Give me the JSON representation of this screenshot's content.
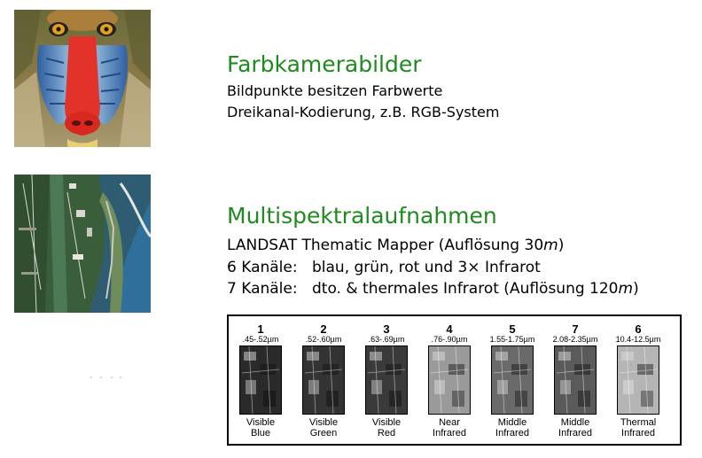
{
  "sections": [
    {
      "title": "Farbkamerabilder",
      "lines": [
        "Bildpunkte besitzen Farbwerte",
        "Dreikanal-Kodierung, z.B. RGB-System"
      ]
    },
    {
      "title": "Multispektralaufnahmen",
      "line1_pre": "LANDSAT Thematic Mapper (Auflösung 30",
      "line1_unit": "m",
      "line1_post": ")",
      "line2_label": "6 Kanäle:",
      "line2_text": "blau, grün, rot und 3× Infrarot",
      "line3_label": "7 Kanäle:",
      "line3_pre": "dto. & thermales Infrarot (Auflösung 120",
      "line3_unit": "m",
      "line3_post": ")"
    }
  ],
  "bands": [
    {
      "num": "1",
      "range": ".45-.52µm",
      "cap1": "Visible",
      "cap2": "Blue",
      "tone": "#2a2a2a"
    },
    {
      "num": "2",
      "range": ".52-.60µm",
      "cap1": "Visible",
      "cap2": "Green",
      "tone": "#333333"
    },
    {
      "num": "3",
      "range": ".63-.69µm",
      "cap1": "Visible",
      "cap2": "Red",
      "tone": "#3a3a3a"
    },
    {
      "num": "4",
      "range": ".76-.90µm",
      "cap1": "Near",
      "cap2": "Infrared",
      "tone": "#9a9a9a"
    },
    {
      "num": "5",
      "range": "1.55-1.75µm",
      "cap1": "Middle",
      "cap2": "Infrared",
      "tone": "#6a6a6a"
    },
    {
      "num": "7",
      "range": "2.08-2.35µm",
      "cap1": "Middle",
      "cap2": "Infrared",
      "tone": "#5a5a5a"
    },
    {
      "num": "6",
      "range": "10.4-12.5µm",
      "cap1": "Thermal",
      "cap2": "Infrared",
      "tone": "#b5b5b5"
    }
  ]
}
